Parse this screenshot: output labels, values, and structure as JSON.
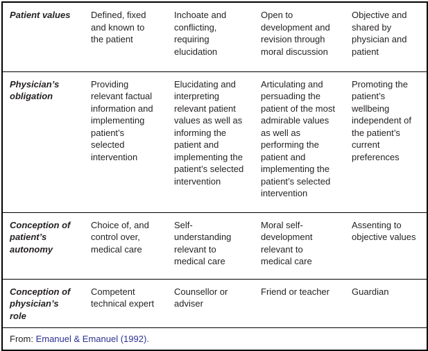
{
  "table": {
    "rows": [
      {
        "header": "Patient values",
        "cells": [
          "Defined, fixed and known to the patient",
          "Inchoate and conflicting, requiring elucidation",
          "Open to development and revision through moral discussion",
          "Objective and shared by physician and patient"
        ]
      },
      {
        "header": "Physician’s obligation",
        "cells": [
          "Providing relevant factual information and implementing patient’s selected intervention",
          "Elucidating and interpreting relevant patient values as well as informing the patient and implementing the patient’s selected intervention",
          "Articulating and persuading the patient of the most admirable values as well as performing the patient and implementing the patient’s selected intervention",
          "Promoting the patient’s wellbeing independent of the patient’s current preferences"
        ]
      },
      {
        "header": "Conception of patient’s autonomy",
        "cells": [
          "Choice of, and control over, medical care",
          "Self-understanding relevant to medical care",
          "Moral self-development relevant to medical care",
          "Assenting to objective values"
        ]
      },
      {
        "header": "Conception of physician’s role",
        "cells": [
          "Competent technical expert",
          "Counsellor or adviser",
          "Friend or teacher",
          "Guardian"
        ]
      }
    ],
    "footer": {
      "prefix": "From:",
      "citation": "Emanuel & Emanuel (1992)."
    }
  },
  "colors": {
    "text": "#231f20",
    "border": "#000000",
    "link": "#2e3192",
    "background": "#ffffff"
  }
}
